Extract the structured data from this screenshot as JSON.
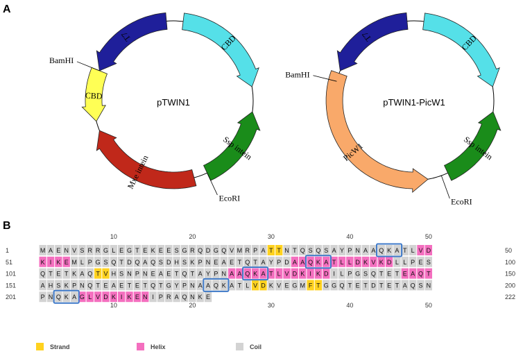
{
  "panel_a": {
    "letter": "A",
    "plasmids": [
      {
        "title": "pTWIN1",
        "features": [
          {
            "label": "T7",
            "color": "#1f1f9a",
            "start": 292,
            "end": 355,
            "dir": "ccw",
            "flip": false
          },
          {
            "label": "CBD",
            "color": "#55e0e8",
            "start": 7,
            "end": 80,
            "dir": "cw",
            "flip": false
          },
          {
            "label": "Ssp intein",
            "color": "#1a8c1a",
            "start": 98,
            "end": 155,
            "dir": "ccw",
            "flip": true
          },
          {
            "label": "Mxe intein",
            "color": "#c0281a",
            "start": 165,
            "end": 248,
            "dir": "cw",
            "flip": true
          },
          {
            "label": "CBD",
            "color": "#ffff55",
            "start": 255,
            "end": 292,
            "dir": "ccw",
            "flip": false
          }
        ],
        "sites": [
          {
            "label": "BamHI",
            "angle": 292
          },
          {
            "label": "EcoRI",
            "angle": 155
          }
        ]
      },
      {
        "title": "pTWIN1-PicW1",
        "features": [
          {
            "label": "T7",
            "color": "#1f1f9a",
            "start": 292,
            "end": 355,
            "dir": "ccw",
            "flip": false
          },
          {
            "label": "CBD",
            "color": "#55e0e8",
            "start": 7,
            "end": 80,
            "dir": "cw",
            "flip": false
          },
          {
            "label": "Ssp intein",
            "color": "#1a8c1a",
            "start": 98,
            "end": 155,
            "dir": "ccw",
            "flip": true
          },
          {
            "label": "PicW1",
            "color": "#f9a96a",
            "start": 170,
            "end": 290,
            "dir": "ccw",
            "flip": true
          }
        ],
        "sites": [
          {
            "label": "BamHI",
            "angle": 284
          },
          {
            "label": "EcoRI",
            "angle": 160
          }
        ]
      }
    ]
  },
  "panel_b": {
    "letter": "B",
    "ticks": [
      "10",
      "20",
      "30",
      "40",
      "50"
    ],
    "rows": [
      {
        "start": "1",
        "end": "50",
        "seq": "MAENVSRRGLEGTEKEESGRQDGQVMRPATTNTQSQSAYPNAAQKATLVD",
        "ss": "CCCCCCCCCCCCCCCCCCCCCCCCCCCCCEECCCCCCCCCCCCCCCCCHH"
      },
      {
        "start": "51",
        "end": "100",
        "seq": "KIKEMLPGSQTDQAQSDHSKPNEAETQTAYPDAAQKATLLDKVKDLLPES",
        "ss": "HHHHCCCCCCCCCCCCCCCCCCCCCCCCCCCCHHHHHHHHHHHHHCCCCC"
      },
      {
        "start": "101",
        "end": "150",
        "seq": "QTETKAQTVHSNPNEAETQTAYPNAAQKATLVDKIKDILPGSQTETEAQT",
        "ss": "CCCCCCCEECCCCCCCCCCCCCCCHHHHHHHHHHHHHCCCCCCCCCHHHH"
      },
      {
        "start": "151",
        "end": "200",
        "seq": "AHSKPNQTEAETETQTGYPNAAQKATLVDKVEGMFTGGQTETDTETAQSN",
        "ss": "CCCCCCCCCCCCCCCCCCCCCCCCCCCEECCCCCEECCCCCCCCCCCCCC"
      },
      {
        "start": "201",
        "end": "222",
        "seq": "PNQKAGLVDKIKENIPRAQNKE",
        "ss": "CCCCCHHHHHHHHHCCCCCCCC"
      }
    ],
    "boxes": [
      {
        "row": 0,
        "from": 43,
        "to": 45
      },
      {
        "row": 1,
        "from": 34,
        "to": 36
      },
      {
        "row": 2,
        "from": 26,
        "to": 28
      },
      {
        "row": 3,
        "from": 21,
        "to": 23
      },
      {
        "row": 4,
        "from": 2,
        "to": 4
      }
    ],
    "legend": [
      {
        "label": "Strand",
        "color": "#ffd21f"
      },
      {
        "label": "Helix",
        "color": "#f46fbf"
      },
      {
        "label": "Coil",
        "color": "#d3d3d3"
      }
    ],
    "colors": {
      "E": "#ffd21f",
      "H": "#f46fbf",
      "C": "#d3d3d3",
      "box": "#3e79c8"
    }
  }
}
